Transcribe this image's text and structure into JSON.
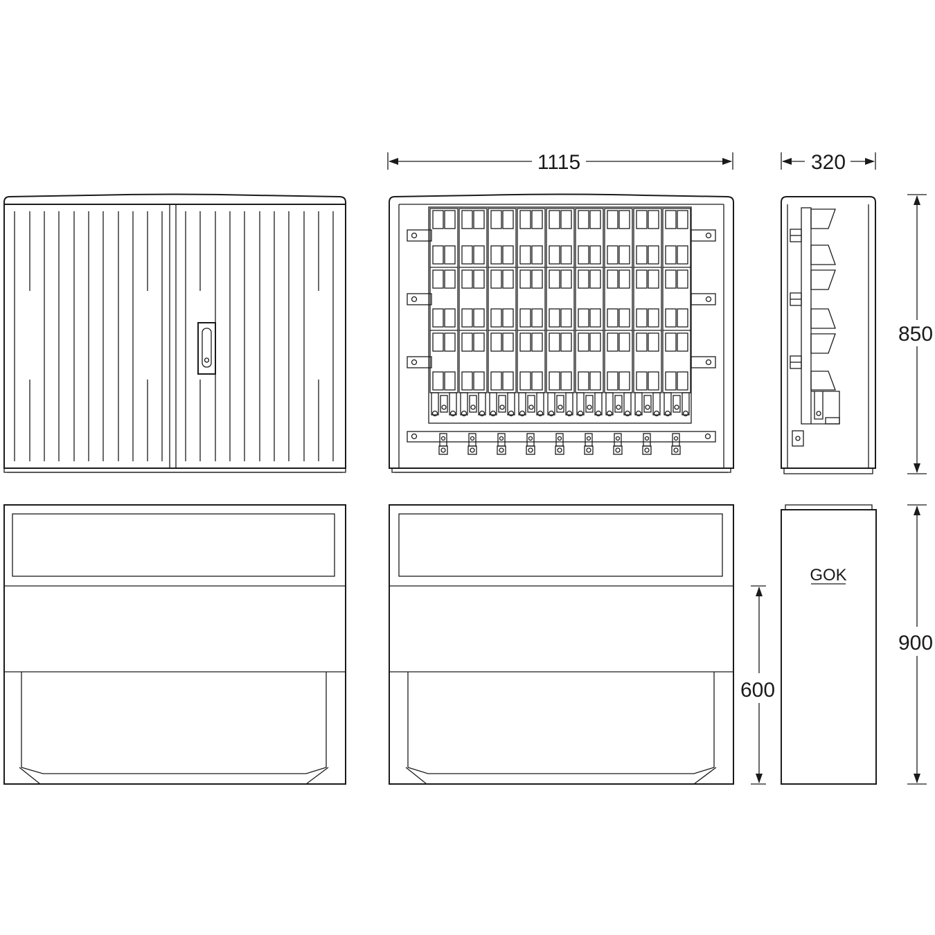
{
  "dimensions": {
    "width": "1115",
    "depth": "320",
    "height_above": "850",
    "height_foundation": "900",
    "height_sleeve": "600"
  },
  "labels": {
    "ground_level": "GOK"
  },
  "front_view": {
    "fuse_columns": 9,
    "fuse_rows": 3,
    "terminals": 9
  },
  "colors": {
    "line": "#1a1a1a",
    "background": "#ffffff"
  }
}
